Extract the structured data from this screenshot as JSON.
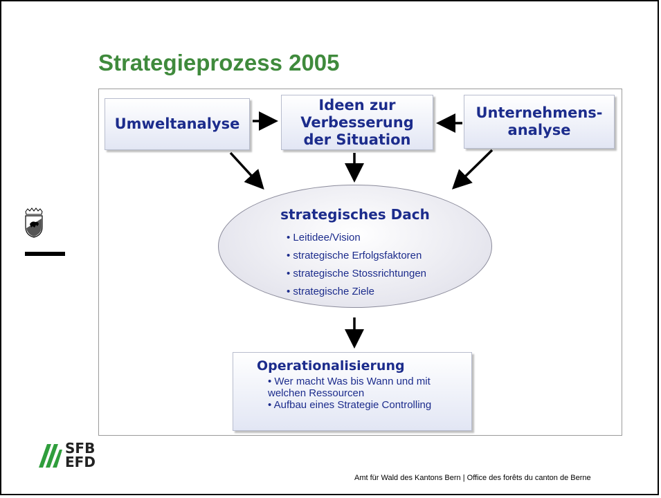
{
  "slide": {
    "title": "Strategieprozess 2005",
    "footer": "Amt für Wald des Kantons Bern | Office des forêts du canton de Berne"
  },
  "diagram": {
    "umweltanalyse": "Umweltanalyse",
    "ideen": "Ideen zur\nVerbesserung\nder Situation",
    "unternehmensanalyse": "Unternehmens-\nanalyse",
    "dach": {
      "title": "strategisches Dach",
      "items": [
        "Leitidee/Vision",
        "strategische Erfolgsfaktoren",
        "strategische Stossrichtungen",
        "strategische Ziele"
      ]
    },
    "operationalisierung": {
      "title": "Operationalisierung",
      "items": [
        "Wer macht Was bis Wann und mit welchen Ressourcen",
        "Aufbau eines Strategie Controlling"
      ]
    }
  },
  "logo": {
    "line1": "SFB",
    "line2": "EFD"
  },
  "colors": {
    "title_green": "#3f8a3c",
    "diagram_blue": "#1c2c8c",
    "logo_green": "#2f9e3c"
  }
}
